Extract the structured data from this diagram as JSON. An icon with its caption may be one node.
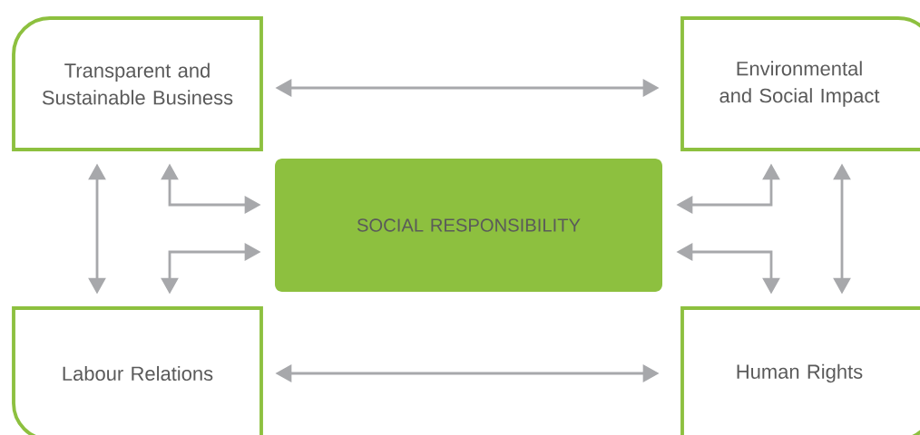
{
  "diagram": {
    "nodes": [
      {
        "text": [
          "Transparent and Sustainable Business"
        ]
      },
      {
        "text": [
          "Environmental and Social Impact"
        ]
      },
      {
        "text": [
          "SOCIAL RESPONSIBILITY"
        ]
      },
      {
        "text": [
          "Labour Relations"
        ]
      },
      {
        "text": [
          "Human Rights"
        ]
      }
    ],
    "edges": [
      {
        "from": 0,
        "to": 1,
        "arrow": "both"
      },
      {
        "from": 0,
        "to": 3,
        "arrow": "both"
      },
      {
        "from": 1,
        "to": 4,
        "arrow": "both"
      },
      {
        "from": 3,
        "to": 4,
        "arrow": "both"
      },
      {
        "from": 0,
        "to": 2,
        "arrow": "both"
      },
      {
        "from": 2,
        "to": 3,
        "arrow": "both"
      },
      {
        "from": 1,
        "to": 2,
        "arrow": "both"
      },
      {
        "from": 2,
        "to": 4,
        "arrow": "both"
      }
    ]
  }
}
